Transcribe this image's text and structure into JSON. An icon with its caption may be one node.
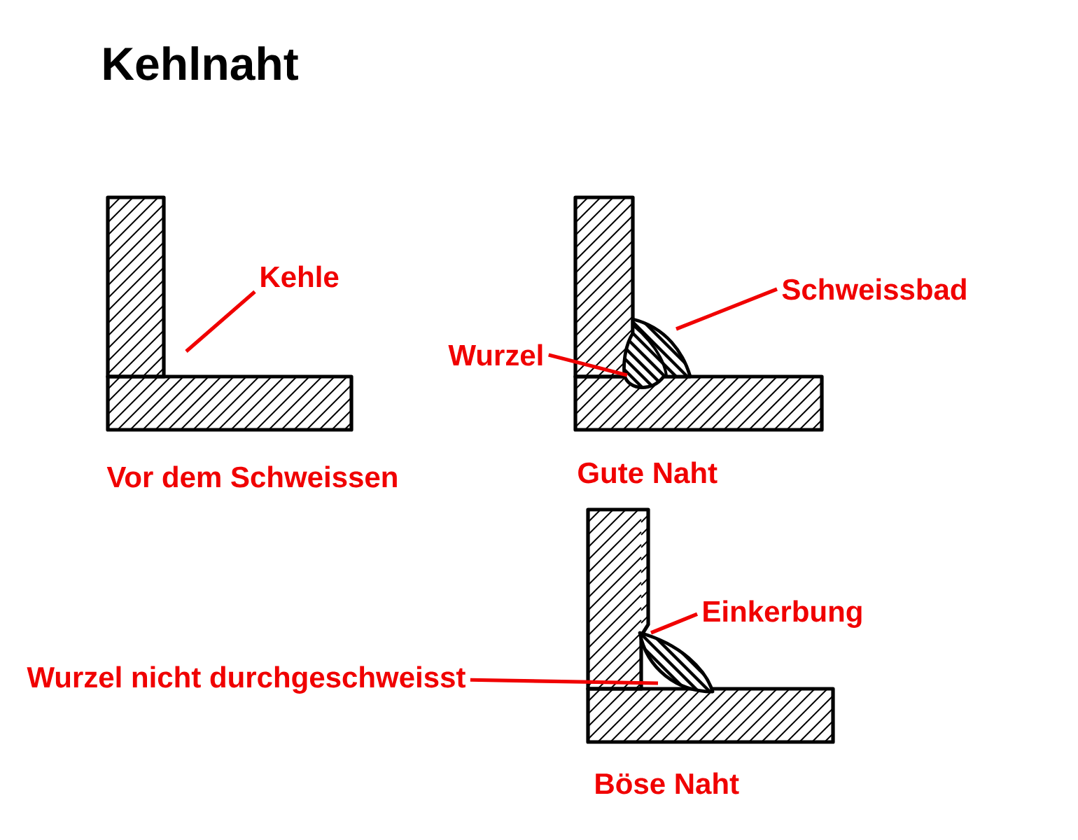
{
  "diagram": {
    "title": "Kehlnaht",
    "nodes": [
      {
        "text": [
          "Kehle"
        ]
      },
      {
        "text": [
          "Schweissbad"
        ]
      },
      {
        "text": [
          "Wurzel"
        ]
      },
      {
        "text": [
          "Einkerbung"
        ]
      },
      {
        "text": [
          "Wurzel nicht durchgeschweisst"
        ]
      },
      {
        "text": [],
        "shape": "picture"
      },
      {
        "text": [],
        "shape": "picture"
      }
    ],
    "edges": [
      {
        "from": 0,
        "to": null,
        "arrow": "none"
      },
      {
        "from": 1,
        "to": 5,
        "arrow": "none"
      },
      {
        "from": 2,
        "to": 5,
        "arrow": "none"
      },
      {
        "from": 3,
        "to": 6,
        "arrow": "none"
      },
      {
        "from": 4,
        "to": 6,
        "arrow": "none"
      }
    ],
    "labels": [
      "Vor dem Schweissen",
      "Gute Naht",
      "Böse Naht"
    ]
  }
}
